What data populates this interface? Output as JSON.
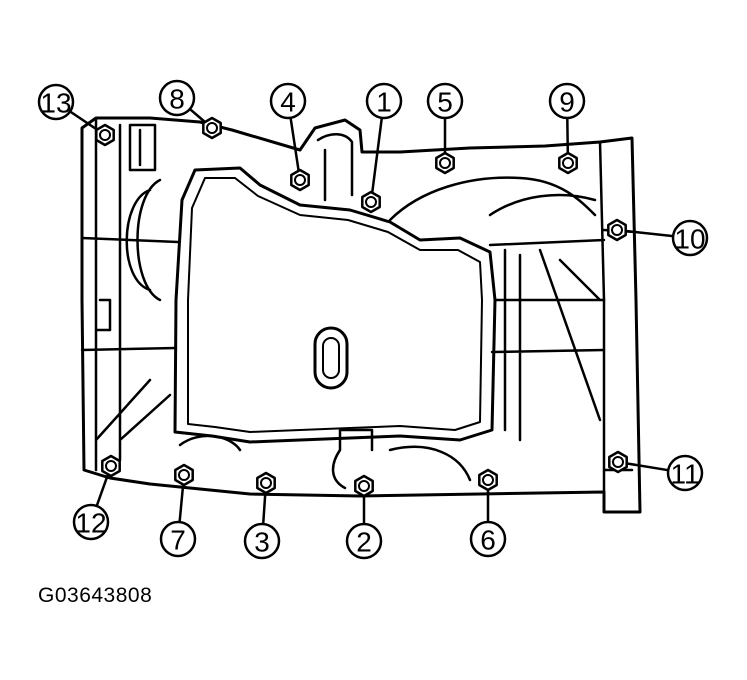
{
  "figure_id": "G03643808",
  "callouts": [
    {
      "label": "1",
      "bolt": [
        371,
        202
      ],
      "circle": [
        384,
        101
      ]
    },
    {
      "label": "2",
      "bolt": [
        364,
        486
      ],
      "circle": [
        364,
        541
      ]
    },
    {
      "label": "3",
      "bolt": [
        266,
        483
      ],
      "circle": [
        262,
        541
      ]
    },
    {
      "label": "4",
      "bolt": [
        300,
        180
      ],
      "circle": [
        288,
        101
      ]
    },
    {
      "label": "5",
      "bolt": [
        445,
        163
      ],
      "circle": [
        445,
        101
      ]
    },
    {
      "label": "6",
      "bolt": [
        488,
        480
      ],
      "circle": [
        488,
        539
      ]
    },
    {
      "label": "7",
      "bolt": [
        184,
        475
      ],
      "circle": [
        178,
        539
      ]
    },
    {
      "label": "8",
      "bolt": [
        212,
        128
      ],
      "circle": [
        177,
        98
      ]
    },
    {
      "label": "9",
      "bolt": [
        568,
        163
      ],
      "circle": [
        567,
        101
      ]
    },
    {
      "label": "10",
      "bolt": [
        617,
        230
      ],
      "circle": [
        690,
        238
      ]
    },
    {
      "label": "11",
      "bolt": [
        618,
        462
      ],
      "circle": [
        685,
        473
      ]
    },
    {
      "label": "12",
      "bolt": [
        111,
        466
      ],
      "circle": [
        91,
        522
      ]
    },
    {
      "label": "13",
      "bolt": [
        105,
        135
      ],
      "circle": [
        56,
        102
      ]
    }
  ]
}
